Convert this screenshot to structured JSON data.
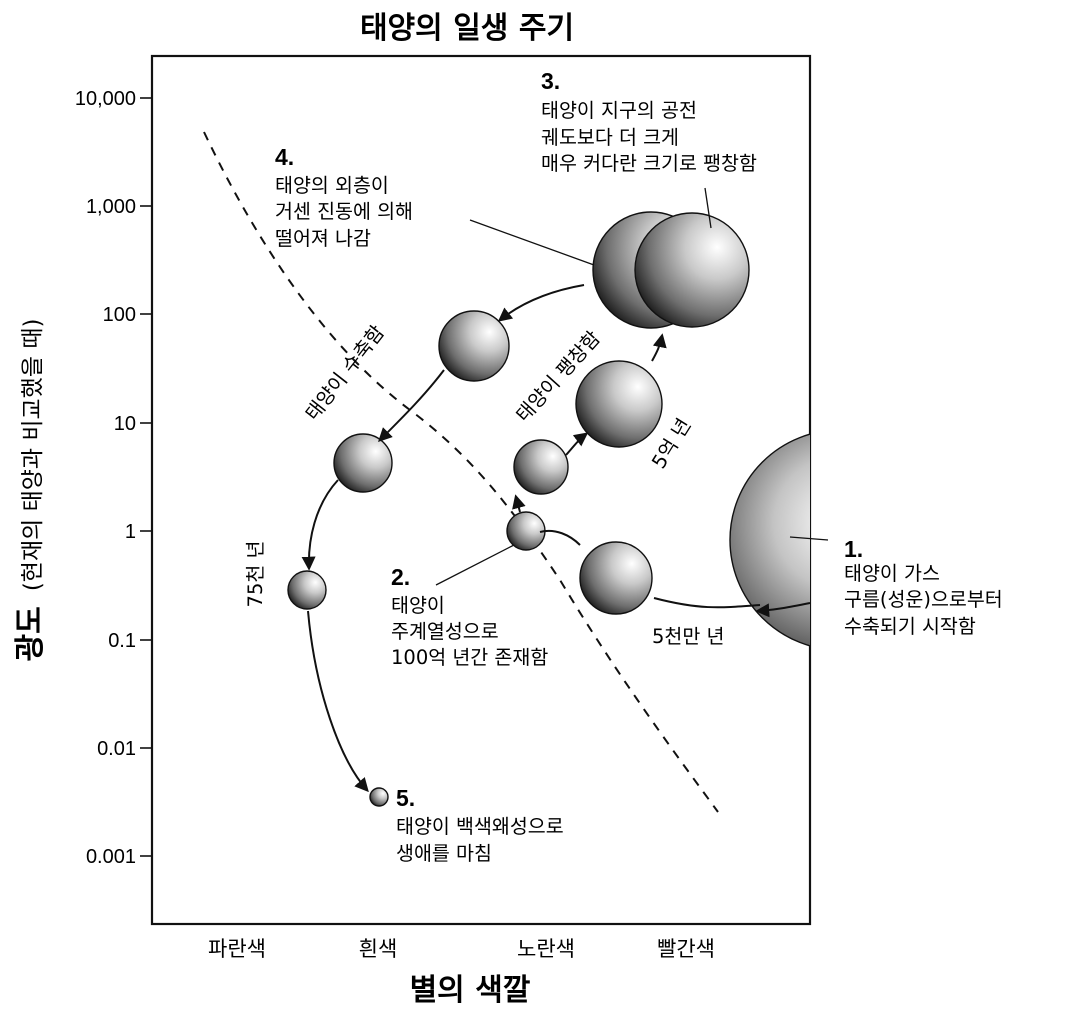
{
  "title": "태양의 일생 주기",
  "y_axis": {
    "title_bold": "광도",
    "title_rest": "(현재의 태양과 비교했을 때)"
  },
  "x_axis": {
    "title": "별의 색깔"
  },
  "y_ticks": [
    "10,000",
    "1,000",
    "100",
    "10",
    "1",
    "0.1",
    "0.01",
    "0.001"
  ],
  "x_ticks": [
    "파란색",
    "흰색",
    "노란색",
    "빨간색"
  ],
  "stages": [
    {
      "num": "1.",
      "lines": [
        "태양이 가스",
        "구름(성운)으로부터",
        "수축되기 시작함"
      ]
    },
    {
      "num": "2.",
      "lines": [
        "태양이",
        "주계열성으로",
        "100억 년간 존재함"
      ]
    },
    {
      "num": "3.",
      "lines": [
        "태양이 지구의 공전",
        "궤도보다 더 크게",
        "매우 커다란 크기로 팽창함"
      ]
    },
    {
      "num": "4.",
      "lines": [
        "태양의 외층이",
        "거센 진동에 의해",
        "떨어져 나감"
      ]
    },
    {
      "num": "5.",
      "lines": [
        "태양이 백색왜성으로",
        "생애를 마침"
      ]
    }
  ],
  "path_labels": {
    "contract": "태양이 수축함",
    "expand": "태양이 팽창함",
    "five_hundred_million": "5억 년",
    "seventy_five_thousand": "75천 년",
    "fifty_million": "5천만 년"
  }
}
